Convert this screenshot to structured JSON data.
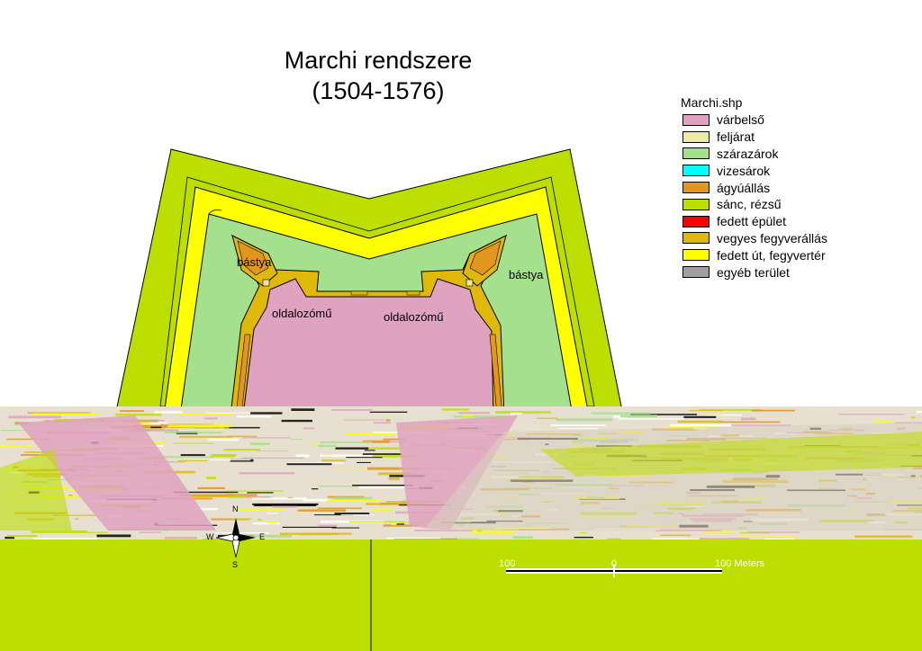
{
  "title": {
    "line1": "Marchi rendszere",
    "line2": "(1504-1576)"
  },
  "legend": {
    "title": "Marchi.shp",
    "items": [
      {
        "label": "várbelső",
        "color": "#dfa2c0"
      },
      {
        "label": "feljárat",
        "color": "#eeeaa0"
      },
      {
        "label": "szárazárok",
        "color": "#a5e18c"
      },
      {
        "label": "vizesárok",
        "color": "#00ffff"
      },
      {
        "label": "ágyúállás",
        "color": "#e2961e"
      },
      {
        "label": "sánc, rézsű",
        "color": "#bcde00"
      },
      {
        "label": "fedett épület",
        "color": "#ff0000"
      },
      {
        "label": "vegyes fegyverállás",
        "color": "#e0b80a"
      },
      {
        "label": "fedett út, fegyvertér",
        "color": "#ffff00"
      },
      {
        "label": "egyéb terület",
        "color": "#a0a0a0"
      }
    ]
  },
  "labels": {
    "bastion_left": "bástya",
    "bastion_right": "bástya",
    "flank_left": "oldalozómű",
    "flank_right": "oldalozómű"
  },
  "compass": {
    "north": "N",
    "south": "S",
    "west": "W",
    "east": "E"
  },
  "scale": {
    "left": "100",
    "middle": "0",
    "right": "100 Meters"
  }
}
